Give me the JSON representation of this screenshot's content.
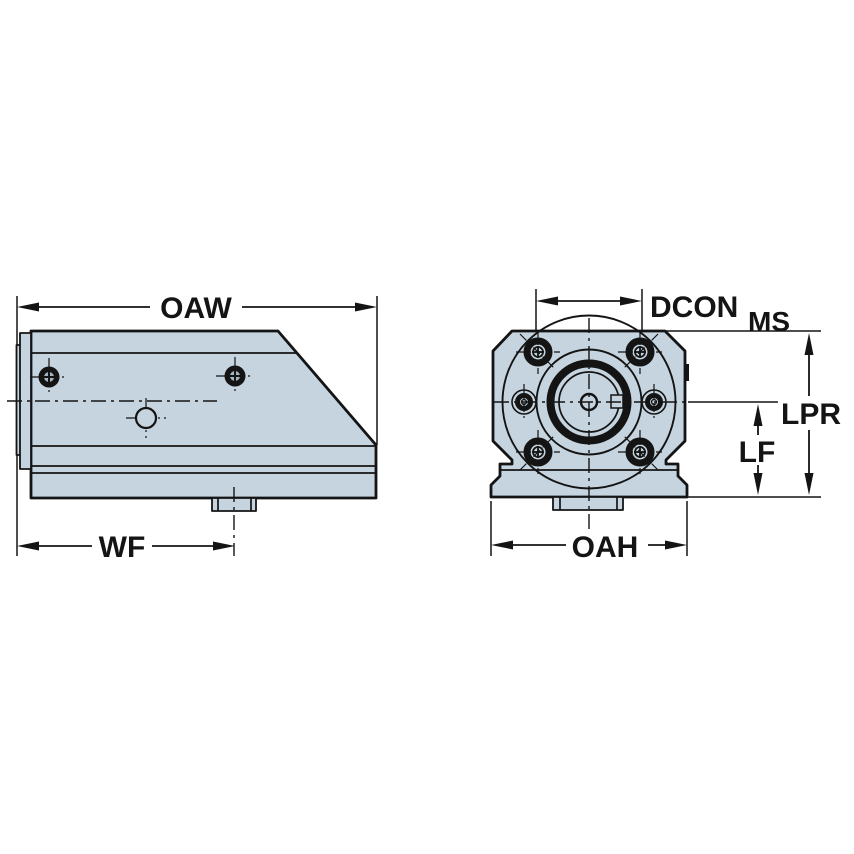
{
  "diagram": {
    "type": "engineering-dimension-drawing",
    "labels": {
      "oaw": "OAW",
      "wf": "WF",
      "dcon": "DCON",
      "ms": "MS",
      "lpr": "LPR",
      "lf": "LF",
      "oah": "OAH"
    },
    "colors": {
      "body_fill": "#c5d4df",
      "outline": "#141414",
      "background": "#ffffff"
    }
  }
}
